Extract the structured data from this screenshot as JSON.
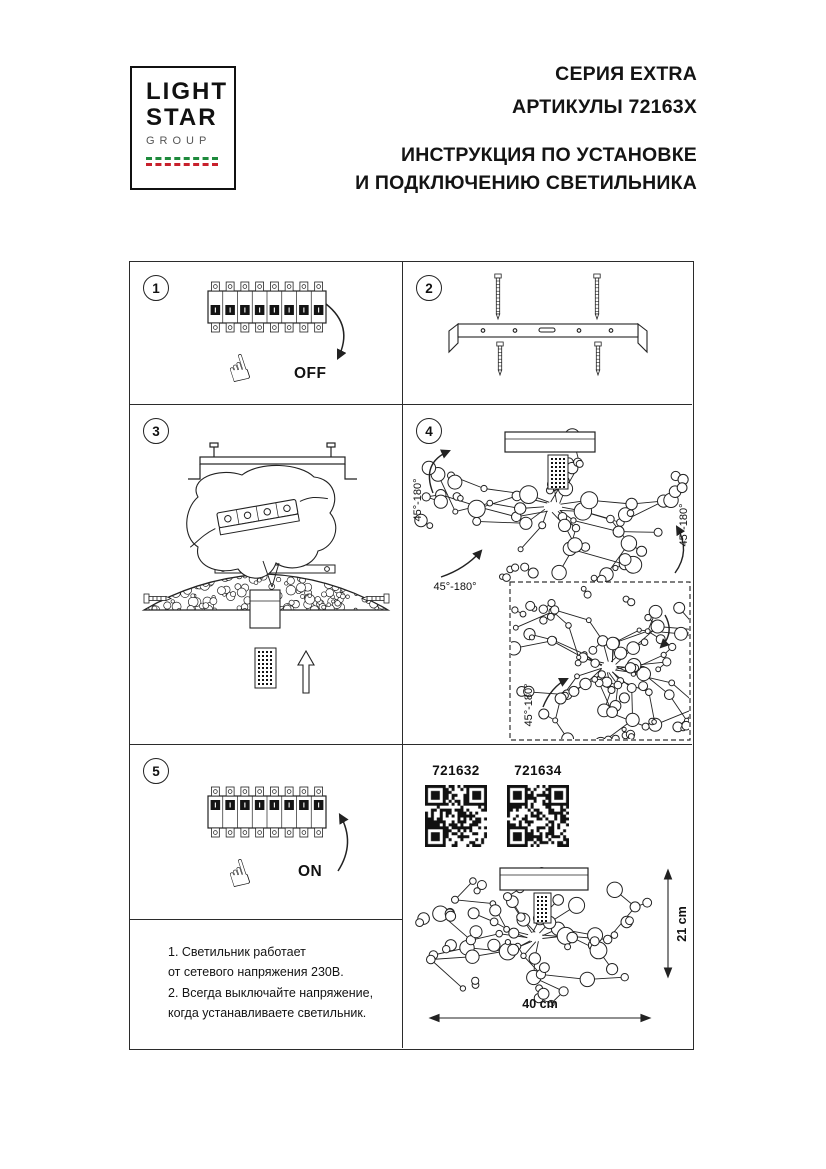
{
  "header": {
    "logo": {
      "line1": "LIGHT",
      "line2": "STAR",
      "line3": "GROUP"
    },
    "series": "СЕРИЯ EXTRA",
    "articles": "АРТИКУЛЫ 72163X",
    "title_line1": "ИНСТРУКЦИЯ ПО УСТАНОВКЕ",
    "title_line2": "И ПОДКЛЮЧЕНИЮ СВЕТИЛЬНИКА"
  },
  "steps": {
    "step1": {
      "number": "1",
      "switch_label": "OFF"
    },
    "step2": {
      "number": "2"
    },
    "step3": {
      "number": "3"
    },
    "step4": {
      "number": "4",
      "rotation_label": "45°-180°"
    },
    "step5": {
      "number": "5",
      "switch_label": "ON"
    }
  },
  "products": {
    "code_left": "721632",
    "code_right": "721634",
    "height_label": "21 cm",
    "width_label": "40 cm"
  },
  "notes": {
    "line1": "1. Светильник работает",
    "line2": "от сетевого напряжения 230В.",
    "line3": "2. Всегда выключайте напряжение,",
    "line4": "когда устанавливаете светильник."
  },
  "icons": {
    "pointing_hand": "☝"
  },
  "colors": {
    "ink": "#1d1d1d",
    "logo_green": "#1e8a3c",
    "logo_red": "#c8202c"
  }
}
